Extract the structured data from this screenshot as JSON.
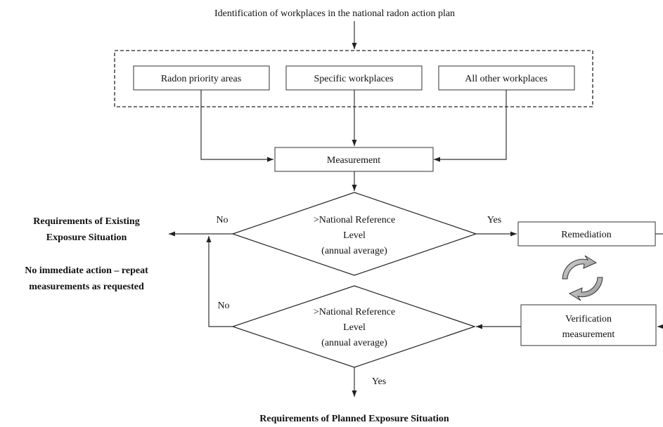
{
  "top_label": "Identification of workplaces in the national radon action plan",
  "boxes": {
    "radon_priority": "Radon priority areas",
    "specific": "Specific workplaces",
    "other": "All other workplaces",
    "measurement": "Measurement",
    "remediation": "Remediation",
    "verification_line1": "Verification",
    "verification_line2": "measurement"
  },
  "decision": {
    "line1": ">National Reference",
    "line2": "Level",
    "line3": "(annual average)"
  },
  "branch": {
    "yes": "Yes",
    "no": "No"
  },
  "left": {
    "existing_line1": "Requirements of Existing",
    "existing_line2": "Exposure Situation",
    "action_line1": "No immediate action – repeat",
    "action_line2": "measurements as requested"
  },
  "bottom_label": "Requirements of Planned Exposure Situation"
}
